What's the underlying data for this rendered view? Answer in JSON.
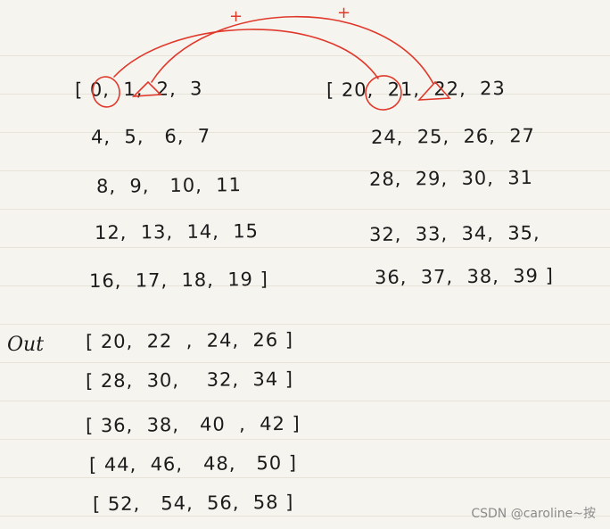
{
  "left_tensor": {
    "rows": [
      "[ 0,  1,  2,  3",
      "4,  5,   6,  7",
      "8,  9,   10,  11",
      "12,  13,  14,  15",
      "16,  17,  18,  19 ]"
    ]
  },
  "right_tensor": {
    "rows": [
      "[ 20,  21,  22,  23",
      "24,  25,  26,  27",
      "28,  29,  30,  31",
      "32,  33,  34,  35,",
      "36,  37,  38,  39 ]"
    ]
  },
  "out": {
    "label": "Out",
    "rows": [
      "[ 20,  22  ,  24,  26 ]",
      "[ 28,  30,    32,  34 ]",
      "[ 36,  38,   40  ,  42 ]",
      "[ 44,  46,   48,   50 ]",
      "[ 52,   54,  56,  58 ]"
    ]
  },
  "annotations": {
    "plus_sign": "+",
    "color": "#e0392b"
  },
  "watermark": "CSDN @caroline~按"
}
